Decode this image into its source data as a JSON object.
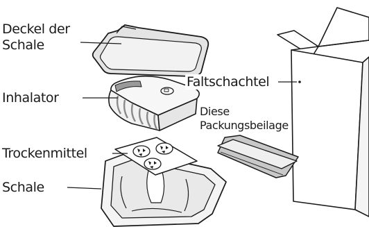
{
  "labels": {
    "deckel_line1": "Deckel der",
    "deckel_line2": "Schale",
    "inhalator": "Inhalator",
    "trockenmittel": "Trockenmittel",
    "schale": "Schale",
    "faltschachtel": "Faltschachtel",
    "packungsbeilage_line1": "Diese",
    "packungsbeilage_line2": "Packungsbeilage"
  },
  "colors": {
    "ink": "#1a1a1a",
    "lid_fill": "#e4e4e4",
    "inhaler_fill": "#f2f2f2",
    "inhaler_stripe": "#8a8a8a",
    "tray_fill": "#f4f4f4",
    "leaflet_fill": "#d0d0d0"
  }
}
